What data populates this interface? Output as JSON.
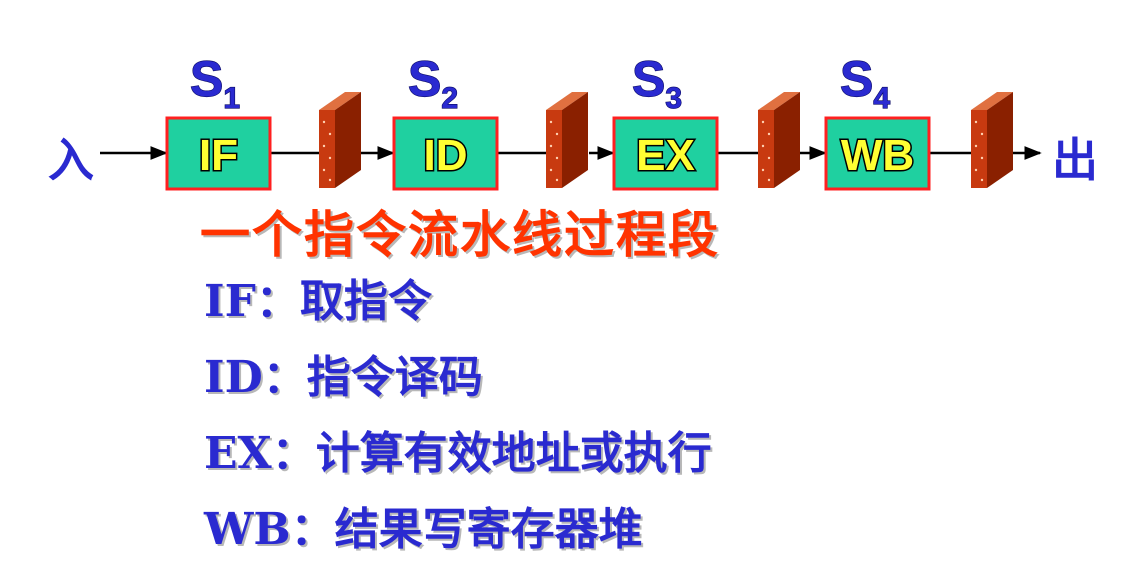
{
  "pipeline": {
    "input_label": "入",
    "output_label": "出",
    "stages": [
      {
        "letter": "S",
        "subscript": "1",
        "box": "IF"
      },
      {
        "letter": "S",
        "subscript": "2",
        "box": "ID"
      },
      {
        "letter": "S",
        "subscript": "3",
        "box": "EX"
      },
      {
        "letter": "S",
        "subscript": "4",
        "box": "WB"
      }
    ]
  },
  "title": "一个指令流水线过程段",
  "legend": [
    {
      "abbr": "IF",
      "sep": "：",
      "desc": "取指令"
    },
    {
      "abbr": "ID",
      "sep": "：",
      "desc": "指令译码"
    },
    {
      "abbr": "EX",
      "sep": "：",
      "desc": "计算有效地址或执行"
    },
    {
      "abbr": "WB",
      "sep": "：",
      "desc": "结果写寄存器堆"
    }
  ],
  "colors": {
    "box_fill": "#1fd0a0",
    "box_border": "#ff2020",
    "box_text": "#ffff33",
    "stage_label": "#2a2ad0",
    "title": "#ff3300",
    "latch": "#c83a10"
  }
}
